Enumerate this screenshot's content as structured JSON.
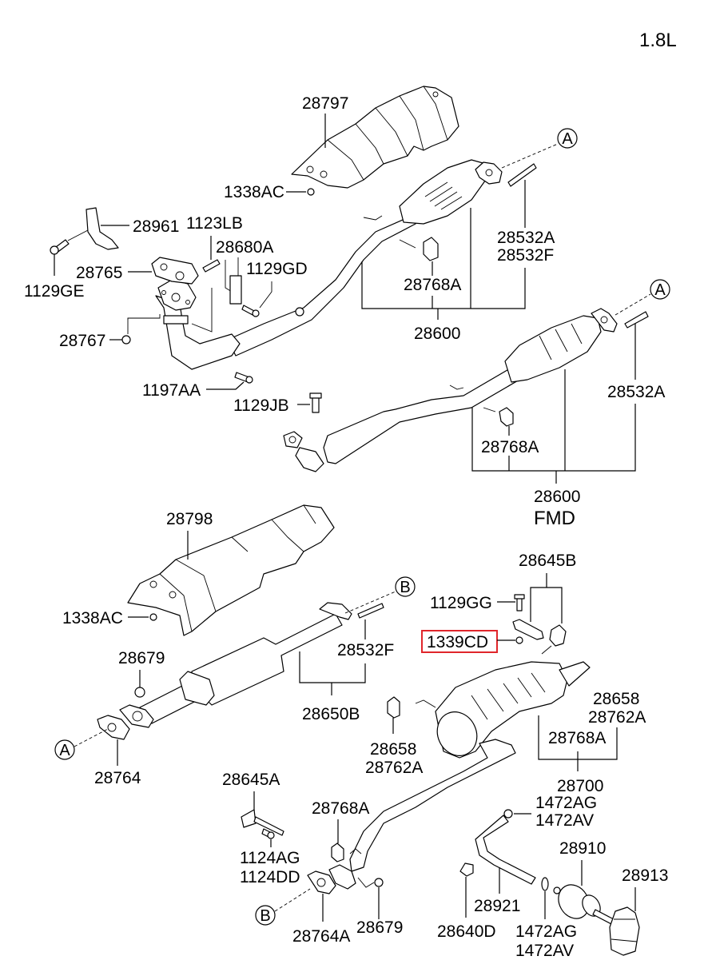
{
  "engine": "1.8L",
  "variant_note": "FMD",
  "highlighted_part": "1339CD",
  "highlight_color": "#e0262b",
  "reference_markers": [
    "A",
    "B"
  ],
  "labels": {
    "p28797": "28797",
    "p1338AC_top": "1338AC",
    "p28961": "28961",
    "p1123LB": "1123LB",
    "p28680A": "28680A",
    "p28765": "28765",
    "p1129GD": "1129GD",
    "p1129GE": "1129GE",
    "p28767": "28767",
    "p1197AA": "1197AA",
    "p1129JB": "1129JB",
    "p28532A_1": "28532A",
    "p28532F_1": "28532F",
    "p28768A_1": "28768A",
    "p28600_1": "28600",
    "p28532A_2": "28532A",
    "p28768A_2": "28768A",
    "p28600_2": "28600",
    "p28798": "28798",
    "p1338AC_bot": "1338AC",
    "p28679_1": "28679",
    "p28532F_2": "28532F",
    "p28650B": "28650B",
    "p28764": "28764",
    "p28645B": "28645B",
    "p1129GG": "1129GG",
    "p1339CD": "1339CD",
    "p28658_1": "28658",
    "p28762A_1": "28762A",
    "p28658_2": "28658",
    "p28762A_2": "28762A",
    "p28768A_3": "28768A",
    "p28700": "28700",
    "p28645A": "28645A",
    "p28768A_4": "28768A",
    "p1124AG": "1124AG",
    "p1124DD": "1124DD",
    "p1472AG_1": "1472AG",
    "p1472AV_1": "1472AV",
    "p28910": "28910",
    "p28913": "28913",
    "p28764A": "28764A",
    "p28679_2": "28679",
    "p28640D": "28640D",
    "p28921": "28921",
    "p1472AG_2": "1472AG",
    "p1472AV_2": "1472AV"
  }
}
